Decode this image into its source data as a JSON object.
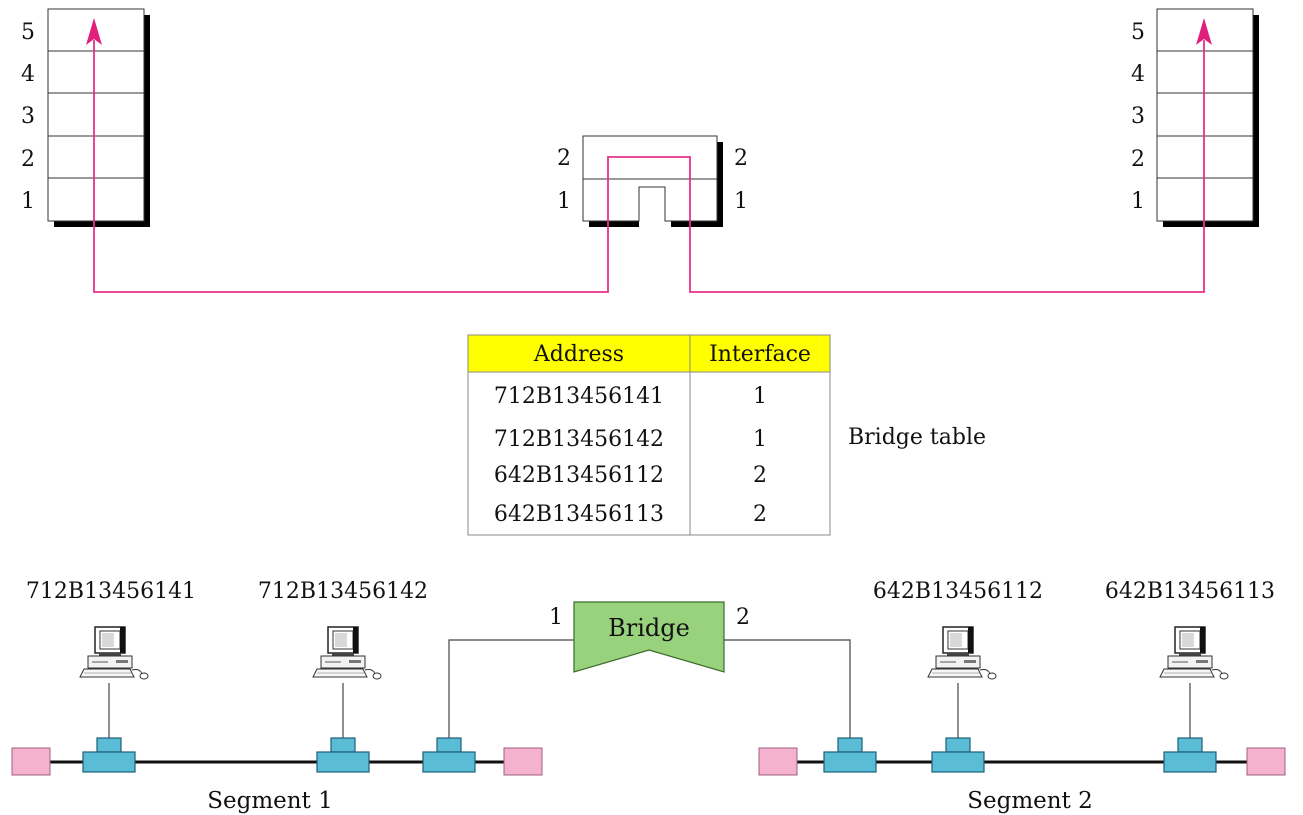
{
  "colors": {
    "path": "#e8318a",
    "arrow": "#e0207a",
    "header_fill": "#ffff00",
    "bridge_fill": "#98d27d",
    "connector_fill": "#5bbcd6",
    "terminator_fill": "#f4b2cf",
    "shadow": "#000000"
  },
  "left_stack": {
    "layers": [
      "5",
      "4",
      "3",
      "2",
      "1"
    ]
  },
  "right_stack": {
    "layers": [
      "5",
      "4",
      "3",
      "2",
      "1"
    ]
  },
  "bridge_stack": {
    "left_labels": [
      "2",
      "1"
    ],
    "right_labels": [
      "2",
      "1"
    ]
  },
  "bridge_table": {
    "headers": [
      "Address",
      "Interface"
    ],
    "rows": [
      [
        "712B13456141",
        "1"
      ],
      [
        "712B13456142",
        "1"
      ],
      [
        "642B13456112",
        "2"
      ],
      [
        "642B13456113",
        "2"
      ]
    ],
    "caption": "Bridge table"
  },
  "bridge": {
    "label": "Bridge",
    "port_left": "1",
    "port_right": "2"
  },
  "stations": [
    {
      "address": "712B13456141",
      "icon": "computer-icon"
    },
    {
      "address": "712B13456142",
      "icon": "computer-icon"
    },
    {
      "address": "642B13456112",
      "icon": "computer-icon"
    },
    {
      "address": "642B13456113",
      "icon": "computer-icon"
    }
  ],
  "segments": [
    "Segment 1",
    "Segment 2"
  ]
}
